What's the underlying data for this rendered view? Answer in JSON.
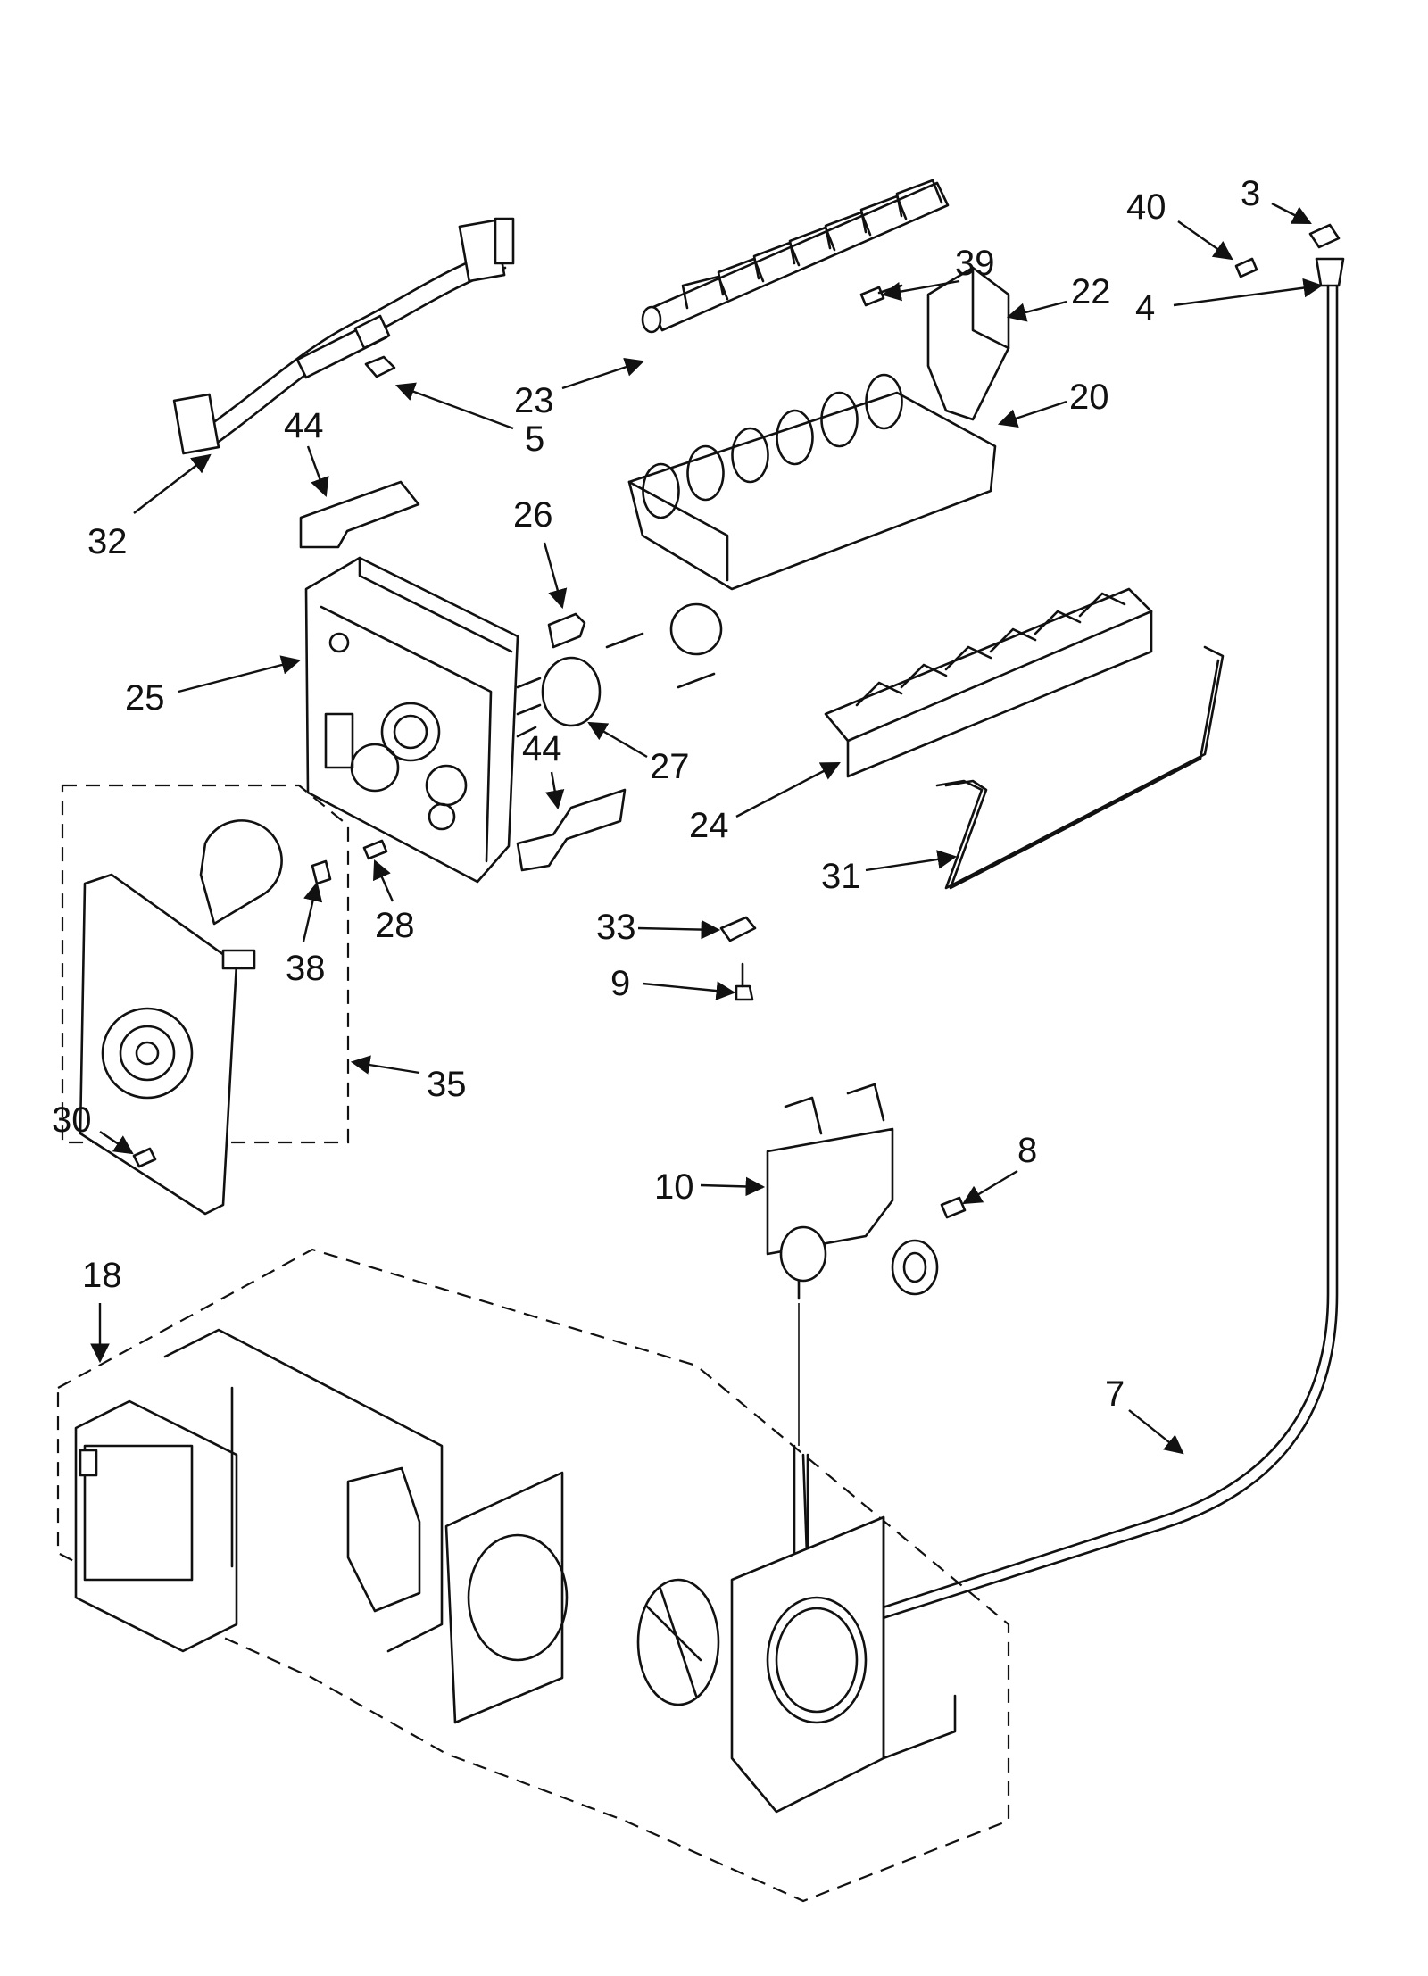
{
  "diagram": {
    "callouts": [
      {
        "id": "40",
        "label": "40"
      },
      {
        "id": "3",
        "label": "3"
      },
      {
        "id": "4",
        "label": "4"
      },
      {
        "id": "39",
        "label": "39"
      },
      {
        "id": "22",
        "label": "22"
      },
      {
        "id": "23",
        "label": "23"
      },
      {
        "id": "5",
        "label": "5"
      },
      {
        "id": "20",
        "label": "20"
      },
      {
        "id": "44a",
        "label": "44"
      },
      {
        "id": "32",
        "label": "32"
      },
      {
        "id": "26",
        "label": "26"
      },
      {
        "id": "25",
        "label": "25"
      },
      {
        "id": "27",
        "label": "27"
      },
      {
        "id": "44b",
        "label": "44"
      },
      {
        "id": "24",
        "label": "24"
      },
      {
        "id": "31",
        "label": "31"
      },
      {
        "id": "28",
        "label": "28"
      },
      {
        "id": "38",
        "label": "38"
      },
      {
        "id": "33",
        "label": "33"
      },
      {
        "id": "9",
        "label": "9"
      },
      {
        "id": "35",
        "label": "35"
      },
      {
        "id": "30",
        "label": "30"
      },
      {
        "id": "8",
        "label": "8"
      },
      {
        "id": "10",
        "label": "10"
      },
      {
        "id": "18",
        "label": "18"
      },
      {
        "id": "7",
        "label": "7"
      }
    ]
  }
}
